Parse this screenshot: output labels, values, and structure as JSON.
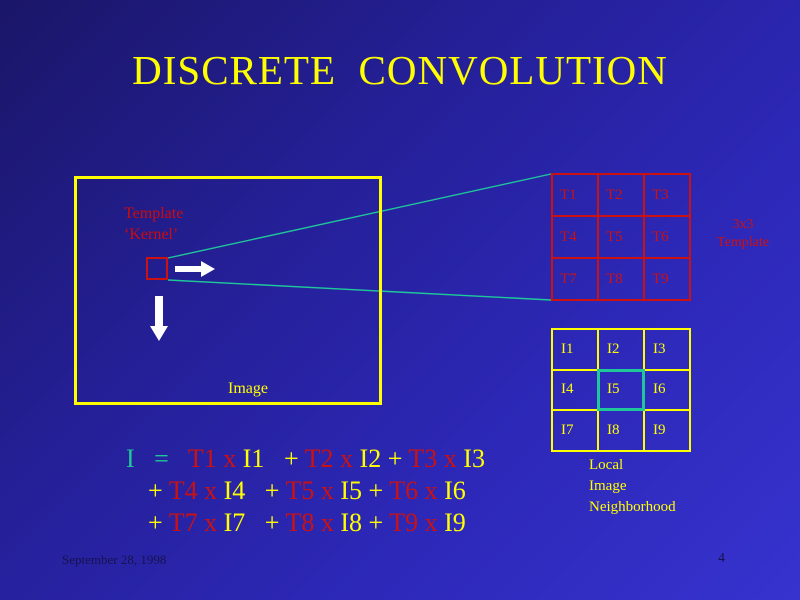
{
  "slide": {
    "title": "DISCRETE  CONVOLUTION",
    "background": {
      "gradient_from": "#1a1668",
      "gradient_to": "#3633cf"
    }
  },
  "colors": {
    "title_yellow": "#ffff00",
    "red": "#cc1111",
    "yellow": "#ffff00",
    "teal": "#1fc79a",
    "footer_dark": "#17134d"
  },
  "image_panel": {
    "kernel_label_line1": "Template",
    "kernel_label_line2": "‘Kernel’",
    "image_label": "Image",
    "arrow_right_name": "scan-right-arrow",
    "arrow_down_name": "scan-down-arrow"
  },
  "template_grid": {
    "caption_line1": "3x3",
    "caption_line2": "Template",
    "cells": [
      "T1",
      "T2",
      "T3",
      "T4",
      "T5",
      "T6",
      "T7",
      "T8",
      "T9"
    ]
  },
  "image_grid": {
    "cells": [
      "I1",
      "I2",
      "I3",
      "I4",
      "I5",
      "I6",
      "I7",
      "I8",
      "I9"
    ],
    "highlighted_cell": "I5",
    "caption_line1": "Local",
    "caption_line2": "Image",
    "caption_line3": "Neighborhood"
  },
  "equation": {
    "result": "I",
    "equals": "=",
    "line1": [
      {
        "t": "T1",
        "x": "x",
        "i": "I1",
        "plus": "+"
      },
      {
        "t": "T2",
        "x": "x",
        "i": "I2",
        "plus": "+"
      },
      {
        "t": "T3",
        "x": "x",
        "i": "I3",
        "plus": ""
      }
    ],
    "line2": [
      {
        "lead": "+",
        "t": "T4",
        "x": "x",
        "i": "I4",
        "plus": "+"
      },
      {
        "t": "T5",
        "x": "x",
        "i": "I5",
        "plus": "+"
      },
      {
        "t": "T6",
        "x": "x",
        "i": "I6",
        "plus": ""
      }
    ],
    "line3": [
      {
        "lead": "+",
        "t": "T7",
        "x": "x",
        "i": "I7",
        "plus": "+"
      },
      {
        "t": "T8",
        "x": "x",
        "i": "I8",
        "plus": "+"
      },
      {
        "t": "T9",
        "x": "x",
        "i": "I9",
        "plus": ""
      }
    ],
    "plain_line1": "I  =  T1 x I1  + T2 x I2 + T3 x I3",
    "plain_line2": "+ T4 x I4  + T5 x I5 + T6 x I6",
    "plain_line3": "+ T7 x I7  + T8 x I8 + T9 x I9"
  },
  "footer": {
    "date": "September 28, 1998",
    "page_number": "4"
  }
}
